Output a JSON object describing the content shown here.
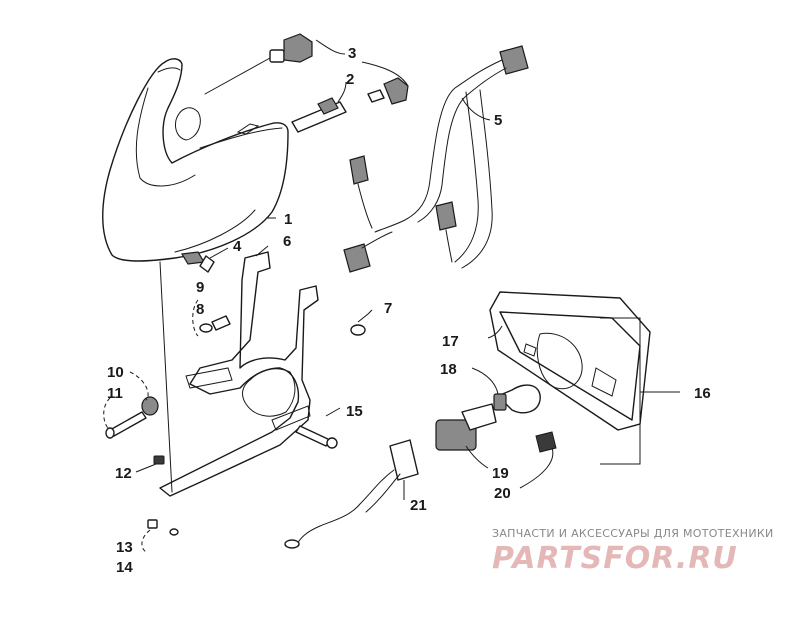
{
  "diagram": {
    "callouts": [
      {
        "id": "1",
        "label": "1"
      },
      {
        "id": "2",
        "label": "2"
      },
      {
        "id": "3",
        "label": "3"
      },
      {
        "id": "4",
        "label": "4"
      },
      {
        "id": "5",
        "label": "5"
      },
      {
        "id": "6",
        "label": "6"
      },
      {
        "id": "7",
        "label": "7"
      },
      {
        "id": "8",
        "label": "8"
      },
      {
        "id": "9",
        "label": "9"
      },
      {
        "id": "10",
        "label": "10"
      },
      {
        "id": "11",
        "label": "11"
      },
      {
        "id": "12",
        "label": "12"
      },
      {
        "id": "13",
        "label": "13"
      },
      {
        "id": "14",
        "label": "14"
      },
      {
        "id": "15",
        "label": "15"
      },
      {
        "id": "16",
        "label": "16"
      },
      {
        "id": "17",
        "label": "17"
      },
      {
        "id": "18",
        "label": "18"
      },
      {
        "id": "19",
        "label": "19"
      },
      {
        "id": "20",
        "label": "20"
      },
      {
        "id": "21",
        "label": "21"
      }
    ]
  },
  "watermark": {
    "caption": "ЗАПЧАСТИ И АКСЕССУАРЫ ДЛЯ МОТОТЕХНИКИ",
    "logo": "PARTSFOR.RU",
    "color": "#e5b8b8"
  }
}
